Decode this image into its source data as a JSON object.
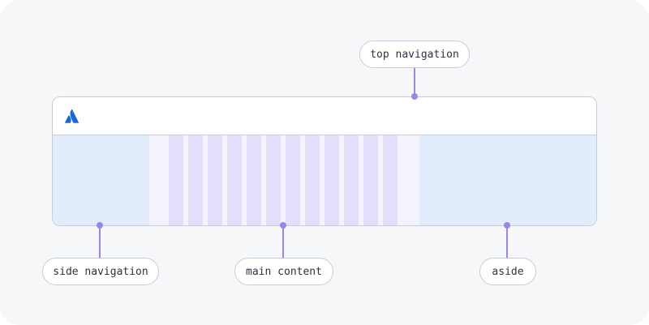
{
  "labels": {
    "top_navigation": "top navigation",
    "side_navigation": "side navigation",
    "main_content": "main content",
    "aside": "aside"
  },
  "colors": {
    "brand_logo": "#1868db",
    "connector": "#9a86e8",
    "side_region": "#e2ecfd",
    "main_region": "#f4f2fd",
    "grid_column": "#e4defb"
  },
  "icons": {
    "logo": "atlassian-logo-icon"
  }
}
